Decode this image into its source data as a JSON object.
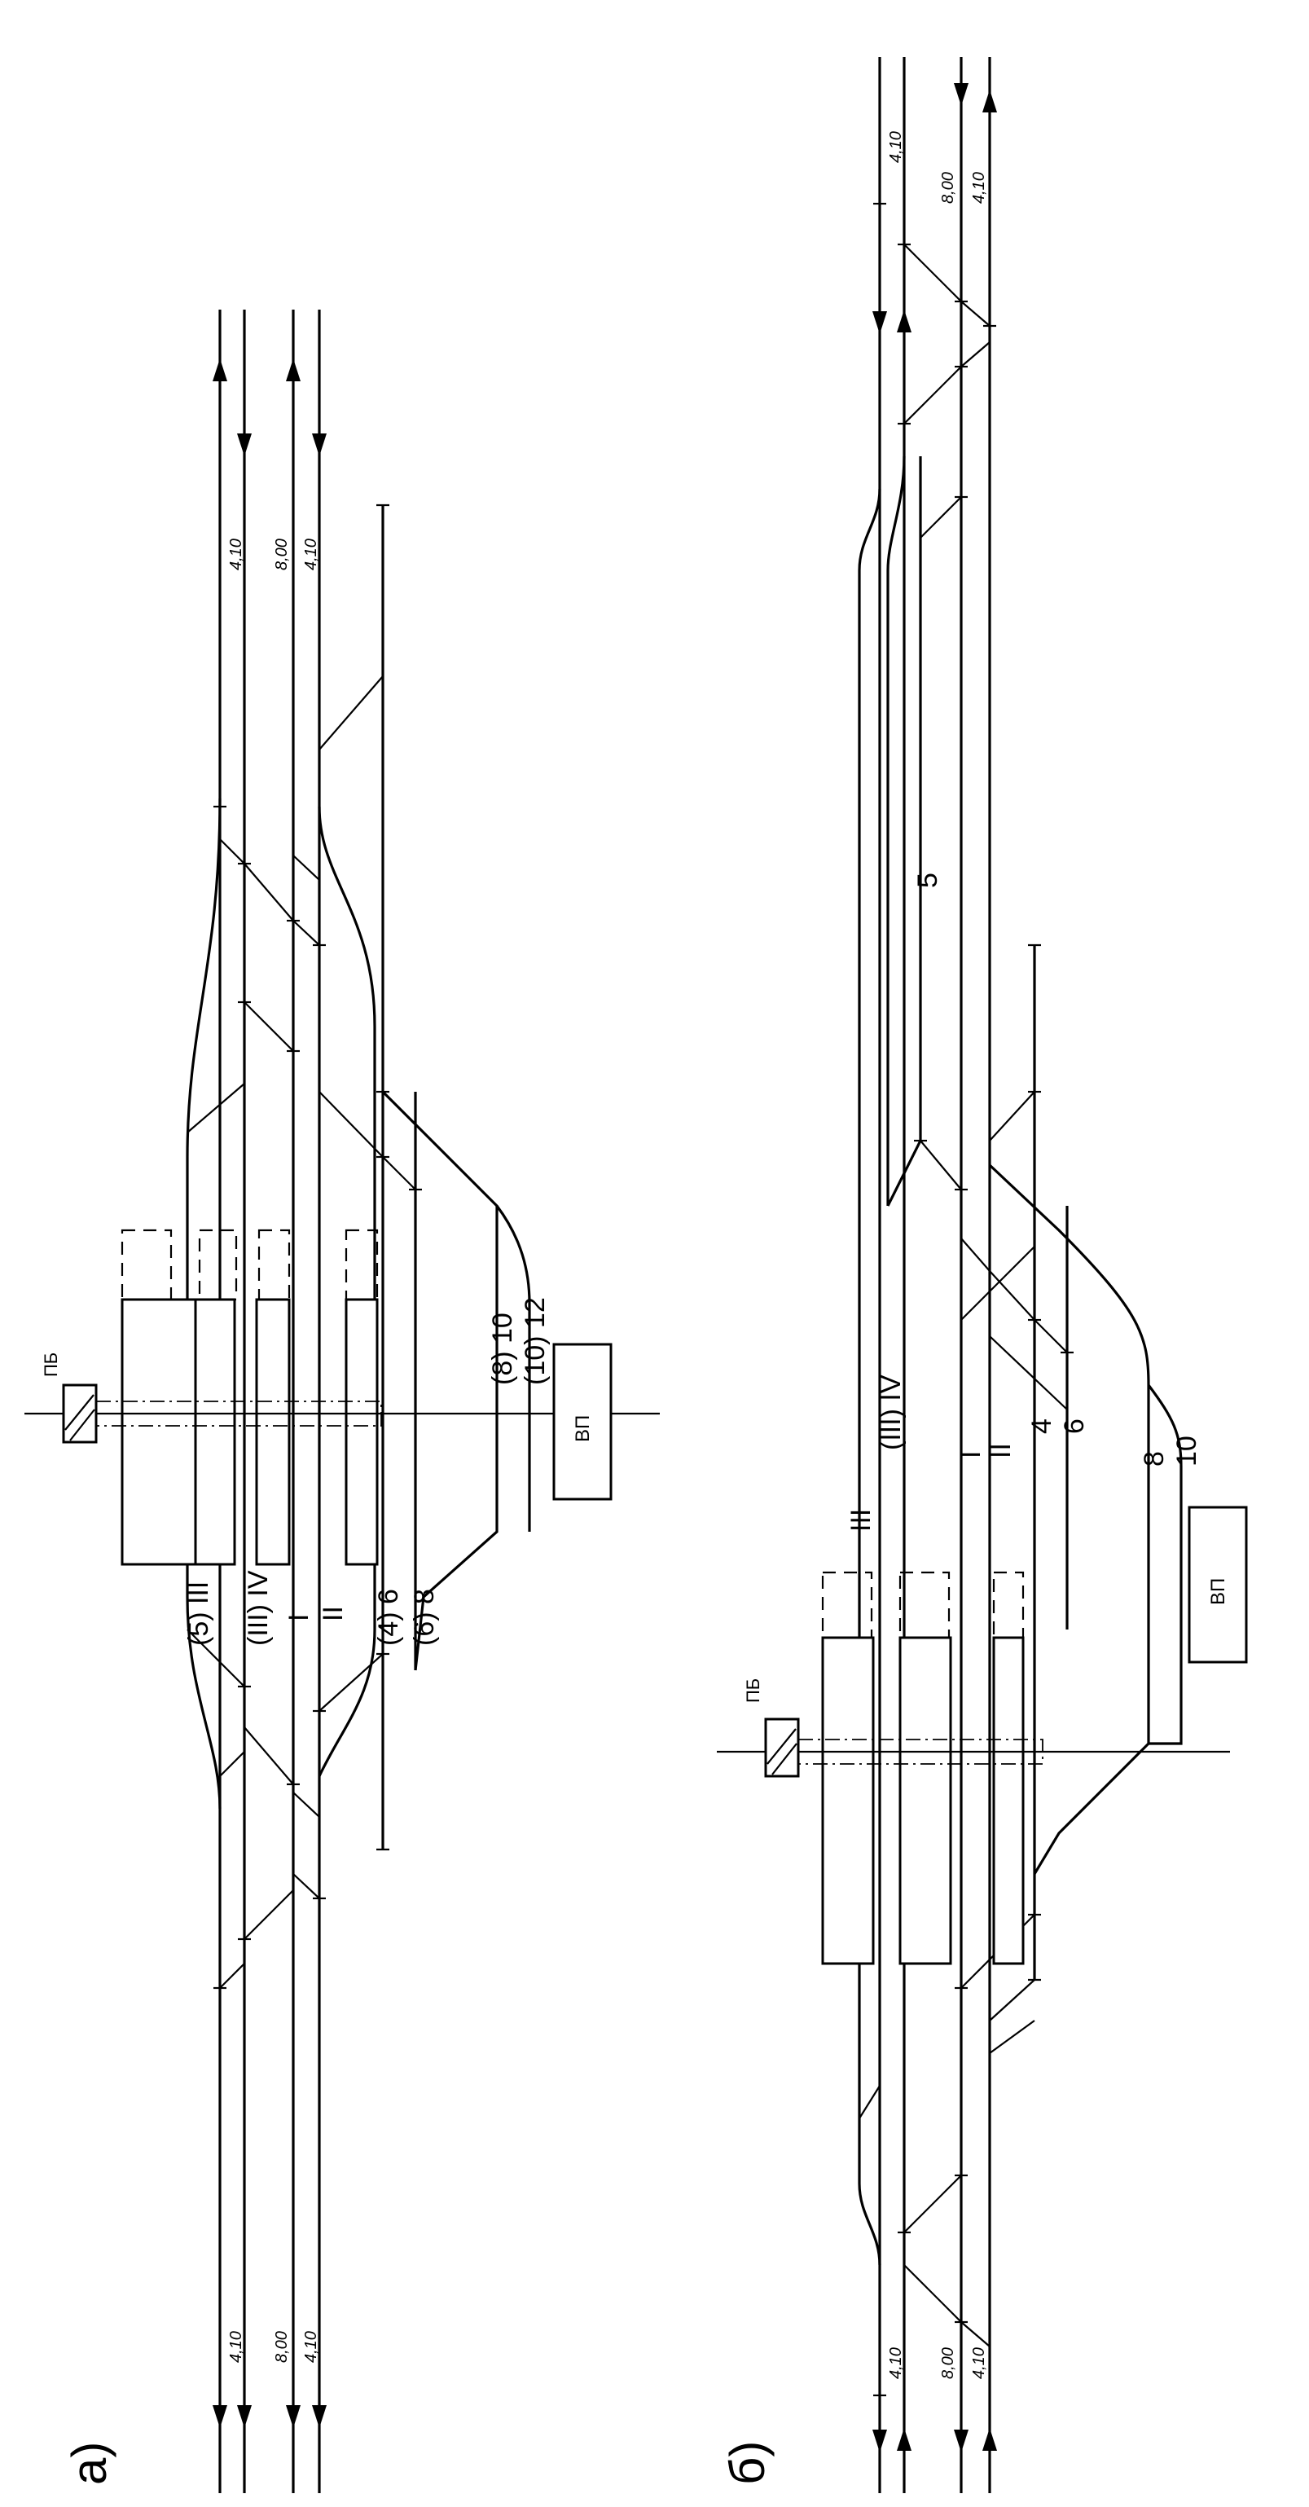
{
  "panel_a": {
    "label": "а)",
    "spacing": [
      "4,10",
      "8,00",
      "4,10"
    ],
    "main_tracks": [
      "I",
      "II"
    ],
    "station_tracks": [
      "(5) III",
      "(III) IV",
      "(4) 6",
      "(6) 8",
      "(8) 10",
      "(10) 12"
    ],
    "buildings": {
      "passenger_building": "ПБ",
      "post": "ВП"
    }
  },
  "panel_b": {
    "label": "б)",
    "spacing": [
      "4,10",
      "8,00",
      "4,10"
    ],
    "main_tracks": [
      "I",
      "II"
    ],
    "station_tracks": [
      "III",
      "(III) IV",
      "5",
      "4",
      "6",
      "8",
      "10"
    ],
    "buildings": {
      "passenger_building": "ПБ",
      "post": "ВП"
    }
  }
}
